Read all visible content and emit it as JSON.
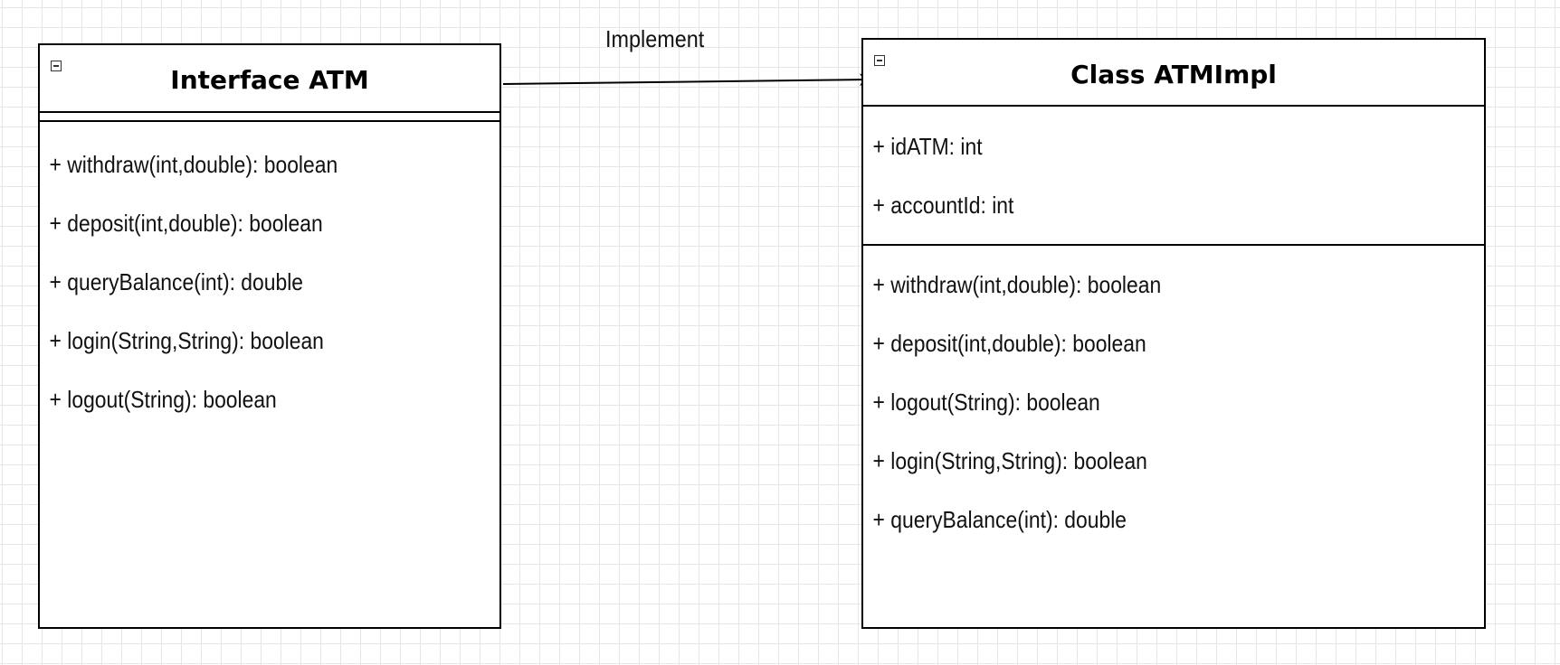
{
  "interface_atm": {
    "title": "Interface ATM",
    "fields": [],
    "methods": [
      "+ withdraw(int,double): boolean",
      "+ deposit(int,double): boolean",
      "+ queryBalance(int): double",
      "+ login(String,String): boolean",
      "+ logout(String): boolean"
    ]
  },
  "class_atmimpl": {
    "title": "Class ATMImpl",
    "fields": [
      "+ idATM: int",
      "+ accountId: int"
    ],
    "methods": [
      "+ withdraw(int,double): boolean",
      "+ deposit(int,double): boolean",
      "+ logout(String): boolean",
      "+ login(String,String): boolean",
      "+ queryBalance(int): double"
    ]
  },
  "relationship": {
    "label": "Implement"
  }
}
